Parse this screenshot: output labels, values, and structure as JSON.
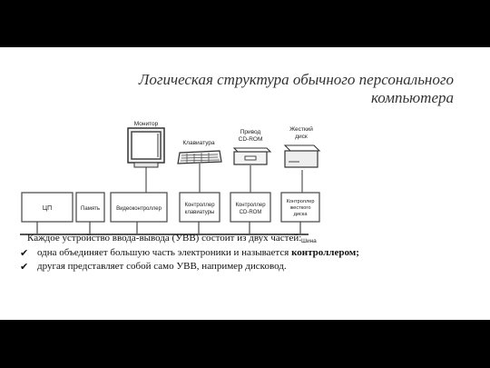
{
  "slide": {
    "title_line1": "Логическая структура обычного персонального",
    "title_line2": "компьютера"
  },
  "diagram": {
    "boxes": {
      "cpu": "ЦП",
      "memory": "Память",
      "video": "Видеоконтроллер",
      "kbd_line1": "Контроллер",
      "kbd_line2": "клавиатуры",
      "cd_line1": "Контроллер",
      "cd_line2": "CD-ROM",
      "hdd_line1": "Контроллер",
      "hdd_line2": "жесткого",
      "hdd_line3": "диска"
    },
    "devices": {
      "monitor": "Монитор",
      "keyboard": "Клавиатура",
      "cd_line1": "Привод",
      "cd_line2": "CD-ROM",
      "hdd_line1": "Жесткий",
      "hdd_line2": "диск"
    },
    "bus_label": "Шина"
  },
  "text": {
    "lead": "Каждое устройство ввода-вывода (УВВ) состоит из двух частей:",
    "bullet1_prefix": "одна объединяет большую часть электроники и называется ",
    "bullet1_bold": "контроллером;",
    "bullet2": "другая представляет собой само УВВ, например дисковод.",
    "bullet_icon": "checkmark-icon"
  }
}
